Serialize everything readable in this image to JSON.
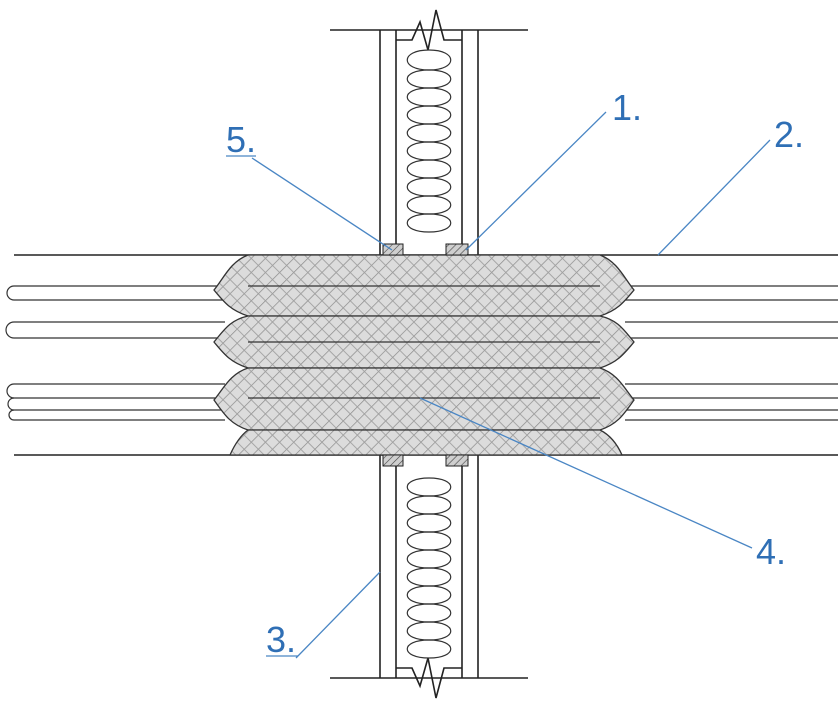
{
  "callouts": {
    "c1": "1.",
    "c2": "2.",
    "c3": "3.",
    "c4": "4.",
    "c5": "5."
  },
  "colors": {
    "line": "#222222",
    "callout_text": "#2f6fb5",
    "leader": "#4a86c4",
    "mastic_fill": "#d9d9d9"
  }
}
